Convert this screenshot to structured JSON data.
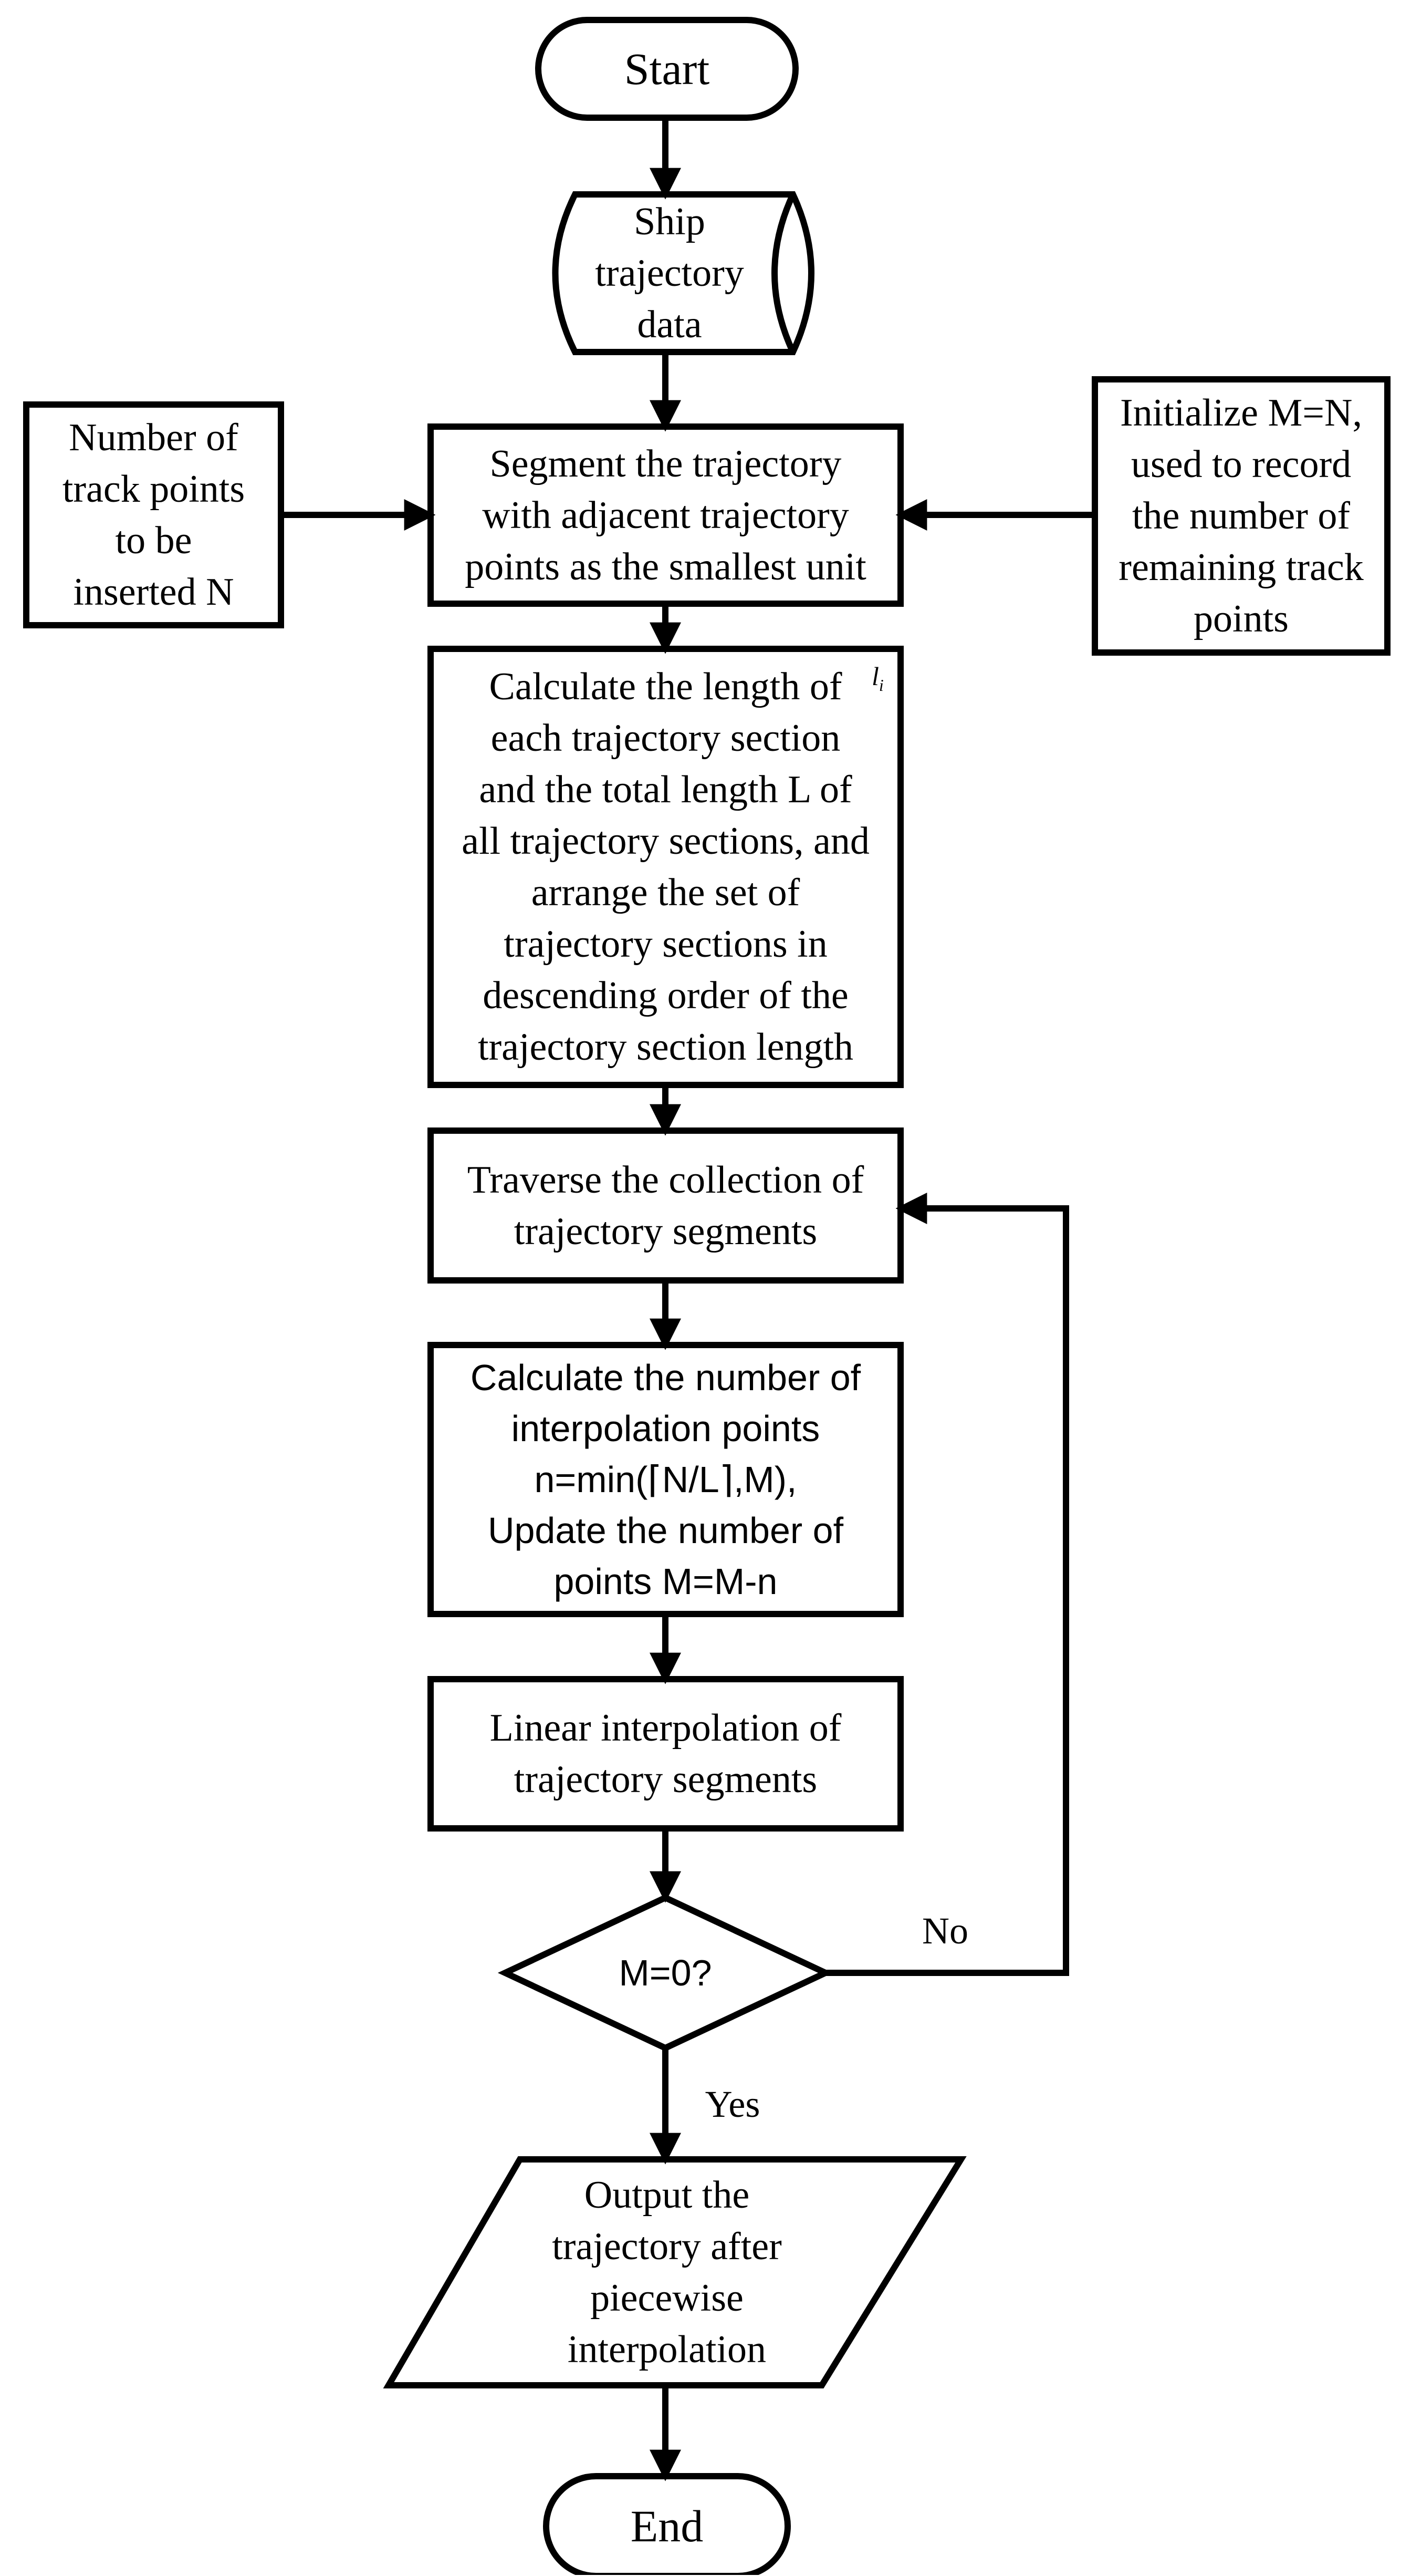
{
  "diagram": {
    "start": "Start",
    "data_store": "Ship\ntrajectory\ndata",
    "input_left": "Number of\ntrack points\nto be\ninserted N",
    "input_right": "Initialize M=N,\nused to record\nthe number of\nremaining track\npoints",
    "segment": "Segment the trajectory\nwith adjacent trajectory\npoints as the smallest unit",
    "calculate_length": "Calculate the length of\neach trajectory section\nand the total length L of\nall trajectory sections, and\narrange the set of\ntrajectory sections in\ndescending order of the\ntrajectory section length",
    "length_symbol": "l",
    "length_symbol_sub": "i",
    "traverse": "Traverse the collection of\ntrajectory segments",
    "interp_points": "Calculate the number of\ninterpolation points\nn=min(⌈N/L⌉,M),\nUpdate the number of\npoints M=M-n",
    "linear_interp": "Linear interpolation of\ntrajectory segments",
    "decision": "M=0?",
    "label_no": "No",
    "label_yes": "Yes",
    "output": "Output the\ntrajectory after\npiecewise\ninterpolation",
    "end": "End"
  }
}
